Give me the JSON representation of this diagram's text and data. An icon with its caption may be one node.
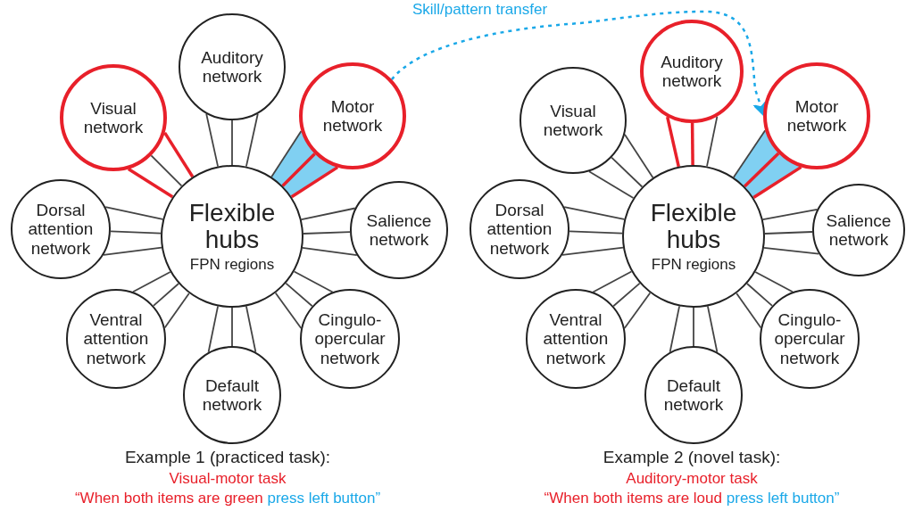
{
  "diagram": {
    "nodes": [
      {
        "text": [
          "Flexible hubs",
          "FPN regions"
        ]
      },
      {
        "text": [
          "Auditory network"
        ]
      },
      {
        "text": [
          "Visual network"
        ]
      },
      {
        "text": [
          "Motor network"
        ]
      },
      {
        "text": [
          "Dorsal attention network"
        ]
      },
      {
        "text": [
          "Salience network"
        ]
      },
      {
        "text": [
          "Ventral attention network"
        ]
      },
      {
        "text": [
          "Cingulo-opercular network"
        ]
      },
      {
        "text": [
          "Default network"
        ]
      },
      {
        "text": [
          "Flexible hubs",
          "FPN regions"
        ]
      },
      {
        "text": [
          "Auditory network"
        ]
      },
      {
        "text": [
          "Visual network"
        ]
      },
      {
        "text": [
          "Motor network"
        ]
      },
      {
        "text": [
          "Dorsal attention network"
        ]
      },
      {
        "text": [
          "Salience network"
        ]
      },
      {
        "text": [
          "Ventral attention network"
        ]
      },
      {
        "text": [
          "Cingulo-opercular network"
        ]
      },
      {
        "text": [
          "Default network"
        ]
      }
    ],
    "edges": [
      {
        "from": 0,
        "to": 1,
        "arrow": "none"
      },
      {
        "from": 0,
        "to": 1,
        "arrow": "none"
      },
      {
        "from": 0,
        "to": 1,
        "arrow": "none"
      },
      {
        "from": 0,
        "to": 2,
        "arrow": "none",
        "style": "thick",
        "color": "#e8202a"
      },
      {
        "from": 0,
        "to": 2,
        "arrow": "none"
      },
      {
        "from": 0,
        "to": 2,
        "arrow": "none",
        "style": "thick",
        "color": "#e8202a"
      },
      {
        "from": 0,
        "to": 3,
        "arrow": "none"
      },
      {
        "from": 0,
        "to": 3,
        "arrow": "none",
        "style": "thick",
        "color": "#e8202a"
      },
      {
        "from": 0,
        "to": 3,
        "arrow": "none",
        "style": "thick",
        "color": "#e8202a"
      },
      {
        "from": 0,
        "to": 4,
        "arrow": "none"
      },
      {
        "from": 0,
        "to": 4,
        "arrow": "none"
      },
      {
        "from": 0,
        "to": 4,
        "arrow": "none"
      },
      {
        "from": 0,
        "to": 5,
        "arrow": "none"
      },
      {
        "from": 0,
        "to": 5,
        "arrow": "none"
      },
      {
        "from": 0,
        "to": 5,
        "arrow": "none"
      },
      {
        "from": 0,
        "to": 6,
        "arrow": "none"
      },
      {
        "from": 0,
        "to": 6,
        "arrow": "none"
      },
      {
        "from": 0,
        "to": 6,
        "arrow": "none"
      },
      {
        "from": 0,
        "to": 7,
        "arrow": "none"
      },
      {
        "from": 0,
        "to": 7,
        "arrow": "none"
      },
      {
        "from": 0,
        "to": 7,
        "arrow": "none"
      },
      {
        "from": 0,
        "to": 8,
        "arrow": "none"
      },
      {
        "from": 0,
        "to": 8,
        "arrow": "none"
      },
      {
        "from": 0,
        "to": 8,
        "arrow": "none"
      },
      {
        "from": 9,
        "to": 10,
        "arrow": "none",
        "style": "thick",
        "color": "#e8202a"
      },
      {
        "from": 9,
        "to": 10,
        "arrow": "none",
        "style": "thick",
        "color": "#e8202a"
      },
      {
        "from": 9,
        "to": 10,
        "arrow": "none"
      },
      {
        "from": 9,
        "to": 11,
        "arrow": "none"
      },
      {
        "from": 9,
        "to": 11,
        "arrow": "none"
      },
      {
        "from": 9,
        "to": 11,
        "arrow": "none"
      },
      {
        "from": 9,
        "to": 12,
        "arrow": "none"
      },
      {
        "from": 9,
        "to": 12,
        "arrow": "none",
        "style": "thick",
        "color": "#e8202a"
      },
      {
        "from": 9,
        "to": 12,
        "arrow": "none",
        "style": "thick",
        "color": "#e8202a"
      },
      {
        "from": 9,
        "to": 13,
        "arrow": "none"
      },
      {
        "from": 9,
        "to": 13,
        "arrow": "none"
      },
      {
        "from": 9,
        "to": 13,
        "arrow": "none"
      },
      {
        "from": 9,
        "to": 14,
        "arrow": "none"
      },
      {
        "from": 9,
        "to": 14,
        "arrow": "none"
      },
      {
        "from": 9,
        "to": 14,
        "arrow": "none"
      },
      {
        "from": 9,
        "to": 15,
        "arrow": "none"
      },
      {
        "from": 9,
        "to": 15,
        "arrow": "none"
      },
      {
        "from": 9,
        "to": 15,
        "arrow": "none"
      },
      {
        "from": 9,
        "to": 16,
        "arrow": "none"
      },
      {
        "from": 9,
        "to": 16,
        "arrow": "none"
      },
      {
        "from": 9,
        "to": 16,
        "arrow": "none"
      },
      {
        "from": 9,
        "to": 17,
        "arrow": "none"
      },
      {
        "from": 9,
        "to": 17,
        "arrow": "none"
      },
      {
        "from": 9,
        "to": 17,
        "arrow": "none"
      },
      {
        "from": 3,
        "to": 12,
        "arrow": "to",
        "label": "Skill/pattern transfer",
        "style": "dashed",
        "color": "#1aa8e8"
      }
    ],
    "labels": [
      "Example 1 (practiced task):",
      "Visual-motor task",
      "“When both items are green",
      "press left button”",
      "Example 2 (novel task):",
      "Auditory-motor task",
      "“When both items are loud",
      "press left button”"
    ]
  }
}
